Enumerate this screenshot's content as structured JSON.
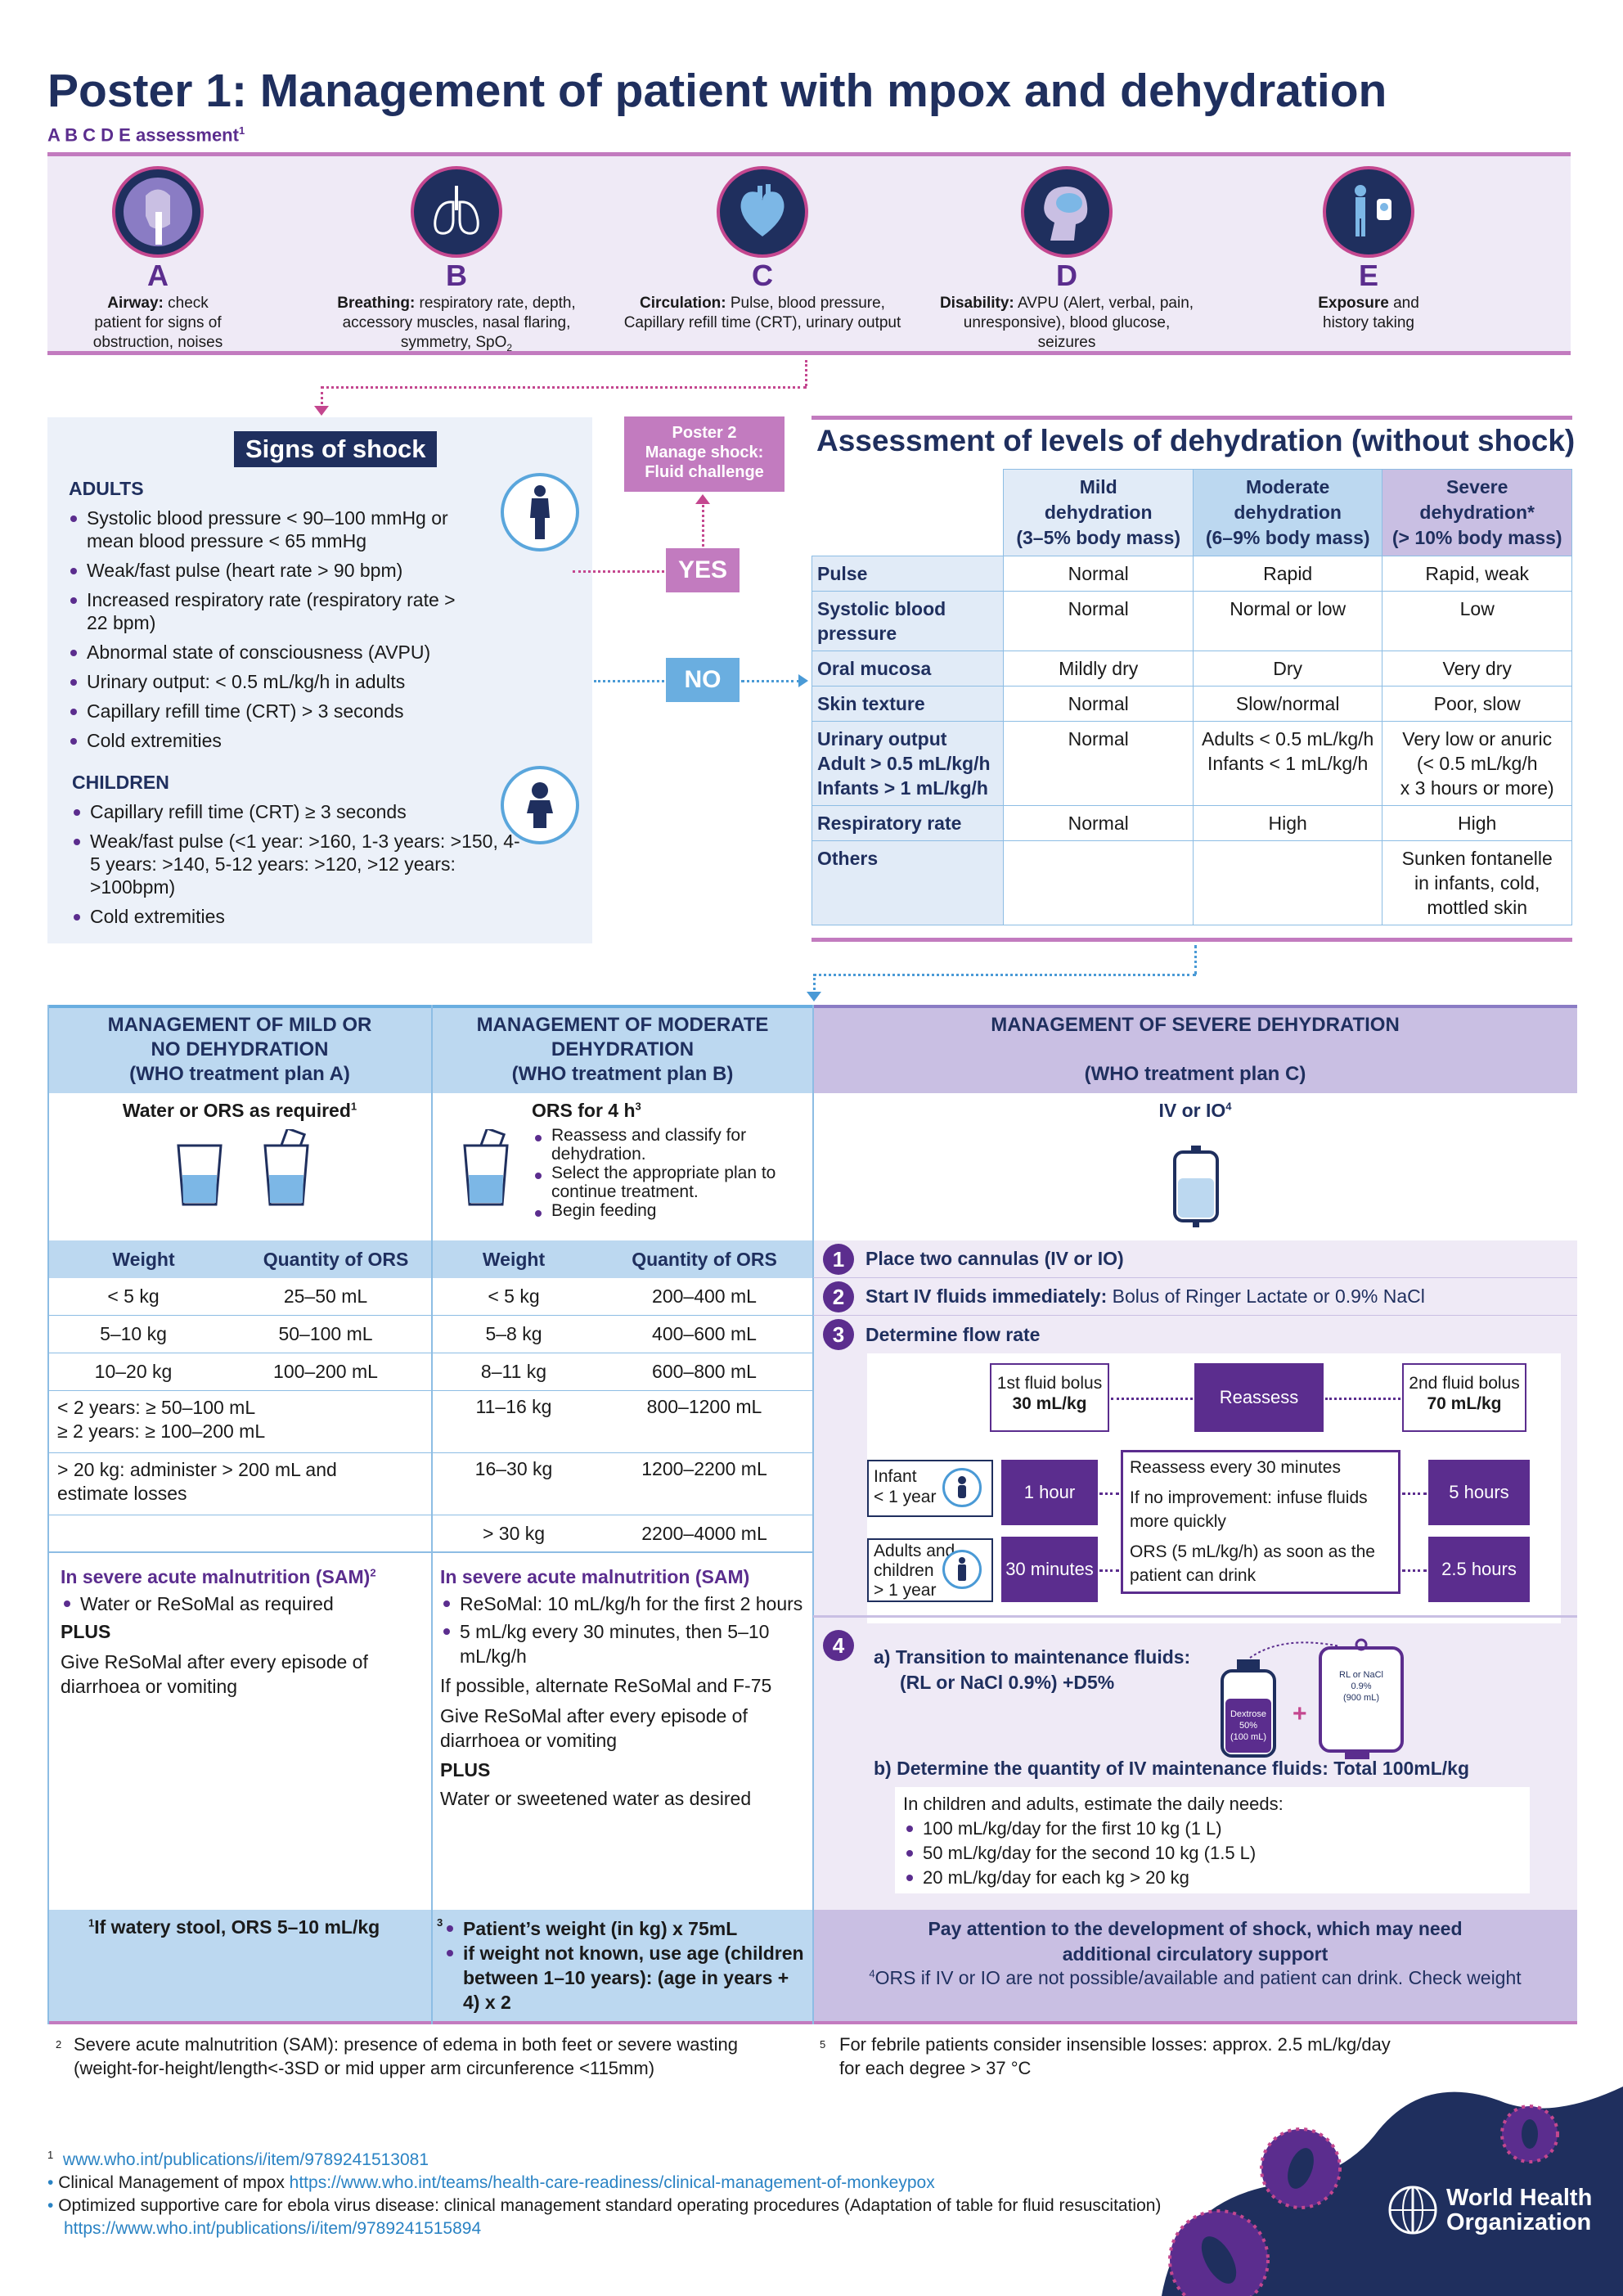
{
  "title": "Poster 1: Management of patient with mpox and dehydration",
  "abcde_label": "A B C D E assessment",
  "abcde_label_sup": "1",
  "abcde": [
    {
      "letter": "A",
      "bold": "Airway:",
      "text": " check patient for signs of obstruction, noises"
    },
    {
      "letter": "B",
      "bold": "Breathing:",
      "text": " respiratory rate, depth, accessory muscles, nasal flaring, symmetry, SpO"
    },
    {
      "letter": "C",
      "bold": "Circulation:",
      "text": " Pulse, blood pressure, Capillary refill time (CRT), urinary output"
    },
    {
      "letter": "D",
      "bold": "Disability:",
      "text": " AVPU (Alert, verbal, pain, unresponsive), blood glucose, seizures"
    },
    {
      "letter": "E",
      "bold": "Exposure",
      "text": " and history taking"
    }
  ],
  "abcde_b_sub": "2",
  "shock": {
    "title": "Signs of shock",
    "adults_heading": "ADULTS",
    "adults": [
      "Systolic blood pressure < 90–100 mmHg or mean blood pressure < 65 mmHg",
      "Weak/fast pulse (heart rate > 90 bpm)",
      "Increased respiratory rate (respiratory rate > 22 bpm)",
      "Abnormal state of consciousness (AVPU)",
      "Urinary output: < 0.5 mL/kg/h in adults",
      "Capillary refill time (CRT) > 3 seconds",
      "Cold extremities"
    ],
    "children_heading": "CHILDREN",
    "children": [
      "Capillary refill time (CRT) ≥ 3 seconds",
      "Weak/fast pulse (<1 year: >160, 1-3 years: >150, 4-5 years: >140, 5-12 years: >120, >12 years: >100bpm)",
      "Cold extremities"
    ]
  },
  "poster2": [
    "Poster 2",
    "Manage shock:",
    "Fluid challenge"
  ],
  "yes_label": "YES",
  "no_label": "NO",
  "dehydration": {
    "title": "Assessment of levels of dehydration (without shock)",
    "columns": [
      [
        "Mild",
        "dehydration",
        "(3–5% body mass)"
      ],
      [
        "Moderate",
        "dehydration",
        "(6–9% body mass)"
      ],
      [
        "Severe",
        "dehydration*",
        "(> 10% body mass)"
      ]
    ],
    "rows": [
      {
        "label": [
          "Pulse"
        ],
        "values": [
          [
            "Normal"
          ],
          [
            "Rapid"
          ],
          [
            "Rapid, weak"
          ]
        ]
      },
      {
        "label": [
          "Systolic blood",
          "pressure"
        ],
        "values": [
          [
            "Normal"
          ],
          [
            "Normal or low"
          ],
          [
            "Low"
          ]
        ]
      },
      {
        "label": [
          "Oral mucosa"
        ],
        "values": [
          [
            "Mildly dry"
          ],
          [
            "Dry"
          ],
          [
            "Very dry"
          ]
        ]
      },
      {
        "label": [
          "Skin texture"
        ],
        "values": [
          [
            "Normal"
          ],
          [
            "Slow/normal"
          ],
          [
            "Poor, slow"
          ]
        ]
      },
      {
        "label": [
          "Urinary output",
          "Adult > 0.5 mL/kg/h",
          "Infants > 1 mL/kg/h"
        ],
        "values": [
          [
            "Normal"
          ],
          [
            "Adults < 0.5 mL/kg/h",
            "Infants < 1 mL/kg/h"
          ],
          [
            "Very low or anuric",
            "(< 0.5 mL/kg/h",
            "x 3 hours or more)"
          ]
        ]
      },
      {
        "label": [
          "Respiratory rate"
        ],
        "values": [
          [
            "Normal"
          ],
          [
            "High"
          ],
          [
            "High"
          ]
        ]
      },
      {
        "label": [
          "Others"
        ],
        "values": [
          [
            ""
          ],
          [
            ""
          ],
          [
            "Sunken fontanelle",
            "in infants, cold,",
            "mottled skin"
          ]
        ]
      }
    ]
  },
  "planA": {
    "heading": [
      "MANAGEMENT OF MILD OR",
      "NO DEHYDRATION",
      "(WHO treatment plan A)"
    ],
    "sub": "Water or ORS as required",
    "sub_sup": "1",
    "col_weight": "Weight",
    "col_qty": "Quantity of ORS",
    "rows": [
      [
        "< 5 kg",
        "25–50 mL"
      ],
      [
        "5–10 kg",
        "50–100 mL"
      ],
      [
        "10–20 kg",
        "100–200 mL"
      ]
    ],
    "extra1": [
      "< 2 years: ≥ 50–100 mL",
      "≥ 2 years: ≥ 100–200 mL"
    ],
    "extra2": [
      "> 20 kg: administer > 200 mL and",
      "estimate losses"
    ],
    "sam_title": "In severe acute malnutrition (SAM)",
    "sam_sup": "2",
    "sam_list": [
      "Water or ReSoMal as required"
    ],
    "plus": "PLUS",
    "after": [
      "Give ReSoMal after every episode of",
      "diarrhoea or vomiting"
    ],
    "foot": "If watery stool, ORS 5–10 mL/kg",
    "foot_sup": "1"
  },
  "planB": {
    "heading": [
      "MANAGEMENT OF MODERATE",
      "DEHYDRATION",
      "(WHO treatment plan B)"
    ],
    "sub": "ORS for 4 h",
    "sub_sup": "3",
    "bullets": [
      "Reassess and classify for dehydration.",
      "Select the appropriate plan to continue treatment.",
      "Begin feeding"
    ],
    "col_weight": "Weight",
    "col_qty": "Quantity of ORS",
    "rows": [
      [
        "< 5 kg",
        "200–400 mL"
      ],
      [
        "5–8 kg",
        "400–600 mL"
      ],
      [
        "8–11 kg",
        "600–800 mL"
      ],
      [
        "11–16 kg",
        "800–1200 mL"
      ],
      [
        "16–30 kg",
        "1200–2200 mL"
      ],
      [
        "> 30 kg",
        "2200–4000 mL"
      ]
    ],
    "sam_title": "In severe acute malnutrition (SAM)",
    "sam_list": [
      "ReSoMal: 10 mL/kg/h for the first 2 hours",
      "5 mL/kg every 30 minutes, then 5–10 mL/kg/h"
    ],
    "p1": "If possible, alternate ReSoMal and F-75",
    "p2": [
      "Give ReSoMal after every episode of",
      "diarrhoea or vomiting"
    ],
    "plus": "PLUS",
    "p3": "Water or sweetened water as desired",
    "foot_sup": "3",
    "foot": [
      "Patient’s weight (in kg) x 75mL",
      "if weight not known, use age (children between 1–10 years): (age in years + 4) x 2"
    ]
  },
  "planC": {
    "heading": "MANAGEMENT OF SEVERE DEHYDRATION",
    "heading2": "(WHO treatment plan C)",
    "sub": "IV or IO",
    "sub_sup": "4",
    "step1": "Place two cannulas (IV or IO)",
    "step2_bold": "Start IV fluids immediately:",
    "step2_text": " Bolus of Ringer Lactate or 0.9% NaCl",
    "step3": "Determine flow rate",
    "bolus1": [
      "1st fluid bolus",
      "30 mL/kg"
    ],
    "reassess": "Reassess",
    "bolus2": [
      "2nd fluid bolus",
      "70 mL/kg"
    ],
    "infant": [
      "Infant",
      "< 1 year"
    ],
    "adults": [
      "Adults and",
      "children",
      "> 1 year"
    ],
    "infant_time": "1 hour",
    "adults_time": "30 minutes",
    "middle": [
      "Reassess every 30 minutes",
      "If no improvement: infuse fluids more quickly",
      "ORS (5 mL/kg/h) as soon as the patient can drink"
    ],
    "infant_after": "5 hours",
    "adults_after": "2.5 hours",
    "step4a": [
      "a) Transition to maintenance fluids:",
      "(RL or NaCl 0.9%) +D5%"
    ],
    "dextrose": [
      "Dextrose",
      "50%",
      "(100 mL)"
    ],
    "rl_bag": [
      "RL or NaCl",
      "0.9%",
      "(900 mL)"
    ],
    "step4b": "b) Determine the quantity of IV maintenance fluids: Total 100mL/kg",
    "needs_intro": "In children and adults, estimate the daily needs:",
    "needs": [
      "100 mL/kg/day for the first 10 kg (1 L)",
      "50 mL/kg/day for the second 10 kg (1.5 L)",
      "20 mL/kg/day for each kg > 20 kg"
    ],
    "foot1": [
      "Pay attention to the development of shock, which may need",
      "additional circulatory support"
    ],
    "foot2_sup": "4",
    "foot2": "ORS if IV or IO are not possible/available and patient can drink. Check weight"
  },
  "footnote2_sup": "2",
  "footnote2": [
    "Severe acute malnutrition (SAM): presence of edema in both feet or severe wasting",
    "(weight-for-height/length<-3SD or mid upper arm circunference <115mm)"
  ],
  "footnote5_sup": "5",
  "footnote5": [
    "For febrile patients consider insensible losses: approx. 2.5 mL/kg/day",
    "for each degree > 37 °C"
  ],
  "refs": {
    "r1_sup": "1",
    "r1_link": "www.who.int/publications/i/item/9789241513081",
    "r2_text": "Clinical Management of mpox ",
    "r2_link": "https://www.who.int/teams/health-care-readiness/clinical-management-of-monkeypox",
    "r3_text": "Optimized supportive care for ebola virus disease: clinical management standard operating procedures (Adaptation of table for fluid resuscitation) ",
    "r3_link": "https://www.who.int/publications/i/item/9789241515894"
  },
  "who_logo": [
    "World Health",
    "Organization"
  ],
  "colors": {
    "navy": "#1f2f5e",
    "purple": "#5b2d8e",
    "pink": "#c27bbf",
    "light_blue": "#bcd8f0",
    "lavender": "#c9bfe3",
    "link": "#2a83c4"
  }
}
